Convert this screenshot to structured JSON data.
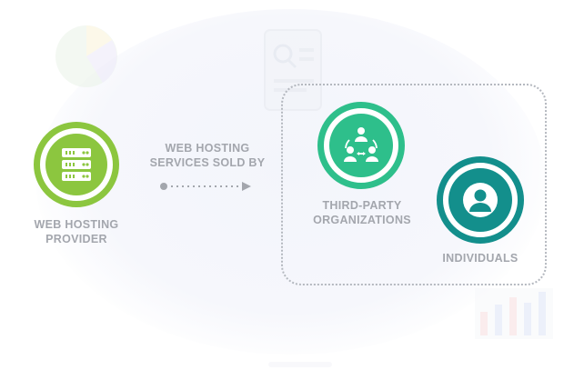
{
  "provider": {
    "label_line1": "WEB HOSTING",
    "label_line2": "PROVIDER",
    "icon": "server-icon"
  },
  "connector": {
    "label_line1": "WEB HOSTING",
    "label_line2": "SERVICES SOLD BY"
  },
  "third_party": {
    "label_line1": "THIRD-PARTY",
    "label_line2": "ORGANIZATIONS",
    "icon": "group-icon"
  },
  "individuals": {
    "label": "INDIVIDUALS",
    "icon": "user-icon"
  },
  "colors": {
    "provider": "#8cc63f",
    "third_party": "#2ebf8b",
    "individuals": "#138f8c",
    "label": "#a3a6ad",
    "box_border": "#b4b8bf"
  }
}
